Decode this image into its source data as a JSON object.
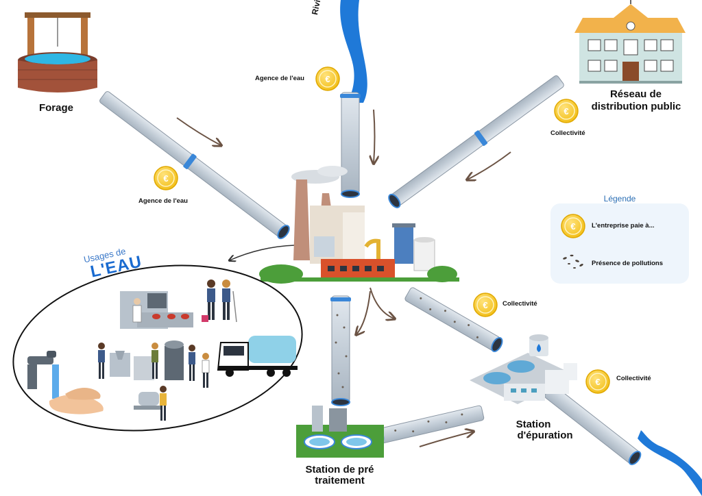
{
  "labels": {
    "forage": "Forage",
    "riviere": "Rivière",
    "reseau_line1": "Réseau de",
    "reseau_line2": "distribution public",
    "agence_top": "Agence de l'eau",
    "agence_left": "Agence de l'eau",
    "collectivite_top_right": "Collectivité",
    "collectivite_mid": "Collectivité",
    "collectivite_bottom": "Collectivité",
    "station_pre_line1": "Station de pré",
    "station_pre_line2": "traitement",
    "station_epuration_line1": "Station",
    "station_epuration_line2": "d'épuration",
    "usages_small": "Usages de",
    "usages_big": "L'EAU"
  },
  "legend": {
    "title": "Légende",
    "items": [
      {
        "icon": "euro-coin-icon",
        "text": "L'entreprise paie à..."
      },
      {
        "icon": "pollution-dots-icon",
        "text": "Présence de pollutions"
      }
    ]
  },
  "colors": {
    "water": "#1f79d8",
    "pipe": "#c8d2dc",
    "pipe_ring": "#3a87d8",
    "coin": "#f3c623",
    "arrow": "#6b5344",
    "legend_bg": "#eef5fc",
    "factory_brick": "#d9512b",
    "grass": "#4c9e3a"
  },
  "glyphs": {
    "euro": "€"
  }
}
